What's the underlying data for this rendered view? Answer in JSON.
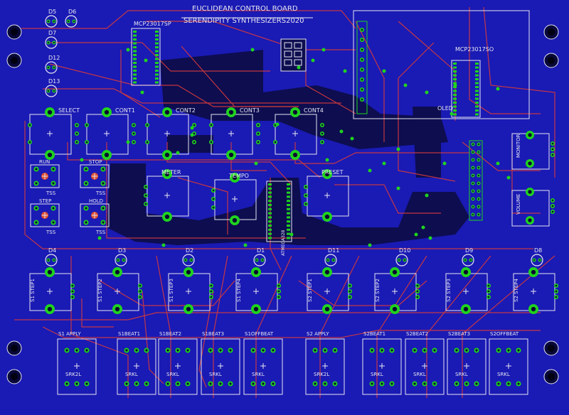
{
  "board": {
    "title": "EUCLIDEAN CONTROL BOARD",
    "subtitle": "SERENDIPITY SYNTHESIZERS2020"
  },
  "colors": {
    "board": "#1a1ab4",
    "copper_top": "#0d0d50",
    "trace_red": "#d63b3b",
    "silk": "#e6e6f2",
    "pad": "#1fd31f",
    "hole": "#0b0b30"
  },
  "chips": {
    "left": "MCP23017SP",
    "right": "MCP23017SO",
    "oled": "OLED",
    "mid": "ATMEGA328"
  },
  "pots": [
    "SELECT",
    "CONT1",
    "CONT2",
    "CONT3",
    "CONT4"
  ],
  "pots2": [
    "METER",
    "TEMPO",
    "PRESET"
  ],
  "top_leds": [
    "D5",
    "D6",
    "D7",
    "D12",
    "D13"
  ],
  "step_leds": [
    "D4",
    "D3",
    "D2",
    "D1",
    "D11",
    "D10",
    "D9",
    "D8"
  ],
  "steps": [
    "S1 STEP1",
    "S1 STEP2",
    "S1 STEP3",
    "S1 STEP4",
    "S2 STEP1",
    "S2 STEP2",
    "S2 STEP3",
    "S2 STEP4"
  ],
  "tact": [
    {
      "top": "RUN",
      "bottom": "TSS"
    },
    {
      "top": "STOP",
      "bottom": "TSS"
    },
    {
      "top": "STEP",
      "bottom": "TSS"
    },
    {
      "top": "HOLD",
      "bottom": "TSS"
    }
  ],
  "switches": [
    "S1 APPLY",
    "S1BEAT1",
    "S1BEAT2",
    "S1BEAT3",
    "S1OFFBEAT",
    "S2 APPLY",
    "S2BEAT1",
    "S2BEAT2",
    "S2BEAT3",
    "S2OFFBEAT"
  ],
  "switch_labels": [
    "SRK2L",
    "SRKL",
    "SRKL",
    "SRKL",
    "SRKL",
    "SRK2L",
    "SRKL",
    "SRKL",
    "SRKL",
    "SRKL"
  ],
  "right_pots": [
    "MONITOR",
    "VOLUME"
  ]
}
